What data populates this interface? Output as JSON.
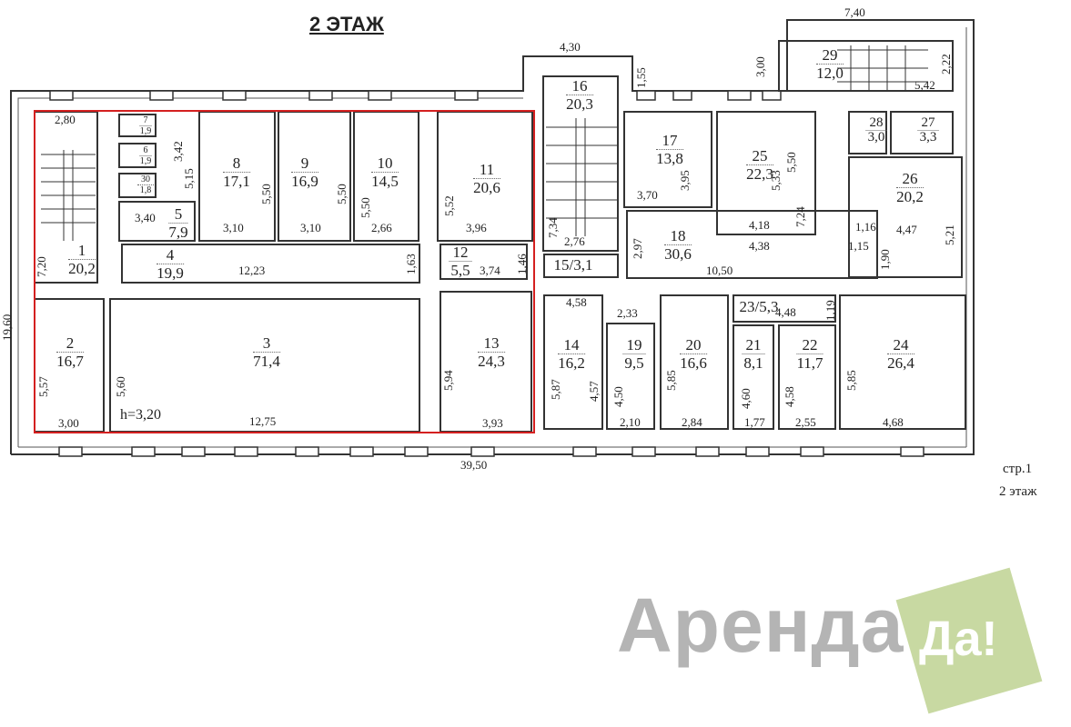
{
  "title": "2 ЭТАЖ",
  "page_note": {
    "page": "стр.1",
    "floor": "2 этаж"
  },
  "ceiling_height": "h=3,20",
  "highlight_color": "#d42020",
  "rooms": [
    {
      "n": "1",
      "a": "20,2"
    },
    {
      "n": "2",
      "a": "16,7"
    },
    {
      "n": "3",
      "a": "71,4"
    },
    {
      "n": "4",
      "a": "19,9"
    },
    {
      "n": "5",
      "a": "7,9"
    },
    {
      "n": "7",
      "a": "1,9"
    },
    {
      "n": "6",
      "a": "1,9"
    },
    {
      "n": "30",
      "a": "1,8"
    },
    {
      "n": "8",
      "a": "17,1"
    },
    {
      "n": "9",
      "a": "16,9"
    },
    {
      "n": "10",
      "a": "14,5"
    },
    {
      "n": "11",
      "a": "20,6"
    },
    {
      "n": "12",
      "a": "5,5"
    },
    {
      "n": "13",
      "a": "24,3"
    },
    {
      "n": "14",
      "a": "16,2"
    },
    {
      "n": "15/3,1",
      "a": ""
    },
    {
      "n": "16",
      "a": "20,3"
    },
    {
      "n": "17",
      "a": "13,8"
    },
    {
      "n": "18",
      "a": "30,6"
    },
    {
      "n": "19",
      "a": "9,5"
    },
    {
      "n": "20",
      "a": "16,6"
    },
    {
      "n": "21",
      "a": "8,1"
    },
    {
      "n": "22",
      "a": "11,7"
    },
    {
      "n": "23/5,3",
      "a": ""
    },
    {
      "n": "24",
      "a": "26,4"
    },
    {
      "n": "25",
      "a": "22,3"
    },
    {
      "n": "26",
      "a": "20,2"
    },
    {
      "n": "27",
      "a": "3,3"
    },
    {
      "n": "28",
      "a": "3,0"
    },
    {
      "n": "29",
      "a": "12,0"
    }
  ],
  "dims": [
    "2,80",
    "3,40",
    "3,10",
    "3,10",
    "2,66",
    "3,96",
    "12,23",
    "3,74",
    "3,00",
    "12,75",
    "3,93",
    "39,50",
    "4,30",
    "7,40",
    "5,42",
    "3,70",
    "4,18",
    "4,38",
    "2,76",
    "10,50",
    "1,16",
    "4,47",
    "1,15",
    "4,58",
    "2,33",
    "4,48",
    "2,10",
    "2,84",
    "1,77",
    "2,55",
    "4,68",
    "7,20",
    "3,42",
    "5,15",
    "5,50",
    "5,50",
    "5,50",
    "5,52",
    "1,63",
    "1,46",
    "5,57",
    "5,60",
    "5,94",
    "1,55",
    "3,00",
    "2,22",
    "7,34",
    "3,95",
    "5,33",
    "5,50",
    "7,24",
    "2,97",
    "5,21",
    "1,90",
    "1,19",
    "5,87",
    "4,57",
    "4,50",
    "5,85",
    "4,60",
    "4,58",
    "5,85",
    "19,60"
  ],
  "logo": {
    "text": "Аренда",
    "badge": "Да!",
    "badge_color": "#c8d9a2",
    "text_color": "#b4b4b4"
  }
}
